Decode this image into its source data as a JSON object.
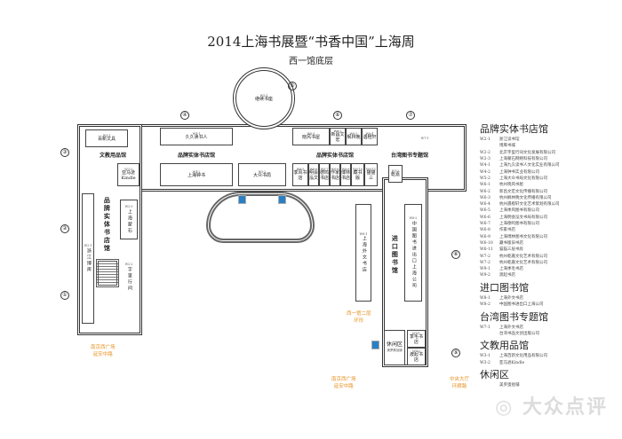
{
  "title": "2014上海书展暨“书香中国”上海周",
  "subtitle": "西一馆底层",
  "map": {
    "dome": {
      "id": "W5-1",
      "name": "继续书座"
    },
    "sections": {
      "stationery": "文教用品馆",
      "brand_top": "品牌实体书店馆",
      "taiwan": "台湾图书专题馆",
      "brand_left": "品牌实体书店馆",
      "import": "进口图书馆",
      "leisure": "休闲区"
    },
    "booths": {
      "w3_1": {
        "id": "W3-1",
        "name": "百新文具"
      },
      "w4_1": {
        "id": "W4-1",
        "name": "久久读书人"
      },
      "w6_1": {
        "id": "W6-1",
        "name": "晓风书屋"
      },
      "w6_2": {
        "id": "W6-2",
        "name": "新昌文宏"
      },
      "w6_3": {
        "id": "W6-3",
        "name": "枫林晚"
      },
      "w6_4": {
        "id": "W6-4",
        "name": "遇橙轩"
      },
      "w7_1": {
        "id": "W7-1",
        "name": ""
      },
      "w3_2": {
        "id": "W3-2",
        "name": "亚马逊 Kindle"
      },
      "w4_2": {
        "id": "W4-2",
        "name": "上海钟书"
      },
      "w5_2": {
        "id": "W5-2",
        "name": "大众书局"
      },
      "w6_5": {
        "id": "W6-5",
        "name": "季风书店"
      },
      "w6_6": {
        "id": "W6-6",
        "name": "明会泓文"
      },
      "w6_7": {
        "id": "W6-7",
        "name": "德鸣书店"
      },
      "w6_8": {
        "id": "W6-8",
        "name": "作家书店"
      },
      "w6_9": {
        "id": "W6-9",
        "name": "博林书店"
      },
      "w6_10": {
        "id": "W6-10",
        "name": "藏书版"
      },
      "w6_11": {
        "id": "W6-11",
        "name": "猫猫三"
      },
      "w7_2": {
        "id": "W7-2",
        "name": "乾嘉"
      },
      "w2_1": {
        "id": "W2-1",
        "name": "浙江博库"
      },
      "w2_3": {
        "id": "W2-3",
        "name": "上海蒙石"
      },
      "w2_2": {
        "id": "W2-2",
        "name": "字里行间"
      },
      "w8_1": {
        "id": "W8-1",
        "name": "上海外文书店"
      },
      "w8_2": {
        "id": "W8-2",
        "name": "中国图书进出口上海公司"
      },
      "w9_1": {
        "id": "W9-1",
        "name": "季毛书店"
      },
      "w9_2": {
        "id": "W9-2",
        "name": "渡起书店"
      },
      "leisure": {
        "id": "",
        "name": "美罗蛋挞铺"
      }
    },
    "numbers": [
      "①",
      "②",
      "③",
      "④",
      "⑤",
      "⑥",
      "⑦",
      "⑧",
      "⑨"
    ],
    "directions": {
      "left": "南京西广场\n延安中路",
      "bottom": "南京西广场\n延安中路",
      "upper": "西一馆二层\n环形",
      "right": "中央大厅\n环廊路"
    }
  },
  "legend": [
    {
      "heading": "品牌实体书店馆",
      "rows": [
        [
          "W2-1",
          "浙江读书馆"
        ],
        [
          "",
          "博库书城"
        ],
        [
          "W2-2",
          "北京字里行间文化发展有限公司"
        ],
        [
          "W2-3",
          "上海蒙石网络科技有限公司"
        ],
        [
          "W4-1",
          "上海九久读书人文化实业有限公司"
        ],
        [
          "W4-2",
          "上海钟书实业有限公司"
        ],
        [
          "W5-2",
          "上海大众书局文化有限公司"
        ],
        [
          "W6-1",
          "杭州晓风书屋"
        ],
        [
          "W6-2",
          "新昌文宏文化传播有限公司"
        ],
        [
          "W6-3",
          "杭州枫林晚文化传播有限公司"
        ],
        [
          "W6-4",
          "杭州遇橙轩文化艺术策划有限公司"
        ],
        [
          "W6-5",
          "上海季风图书有限公司"
        ],
        [
          "W6-6",
          "上海明会泓文书局有限公司"
        ],
        [
          "W6-7",
          "上海德鸣图书有限公司"
        ],
        [
          "W6-8",
          "作家书店"
        ],
        [
          "W6-9",
          "上海博林图书文化有限公司"
        ],
        [
          "W6-10",
          "藏书版旧书店"
        ],
        [
          "W6-11",
          "猫猫三层书房"
        ],
        [
          "W7-2",
          "杭州乾嘉文化艺术有限公司"
        ],
        [
          "W7-2",
          "杭州乾嘉文化艺术有限公司"
        ],
        [
          "W9-1",
          "上海季毛书店"
        ],
        [
          "W9-2",
          "渡起书店"
        ]
      ]
    },
    {
      "heading": "进口图书馆",
      "rows": [
        [
          "W8-1",
          "上海外文书店"
        ],
        [
          "W8-2",
          "中国图书进出口上海公司"
        ]
      ]
    },
    {
      "heading": "台湾图书专题馆",
      "rows": [
        [
          "W7-1",
          "上海外文书店"
        ],
        [
          "",
          "台湾书品文创出版公司"
        ]
      ]
    },
    {
      "heading": "文教用品馆",
      "rows": [
        [
          "W3-1",
          "上海百新文化用品有限公司"
        ],
        [
          "W3-2",
          "亚马逊Kindle"
        ]
      ]
    },
    {
      "heading": "休闲区",
      "rows": [
        [
          "",
          "美罗蛋挞铺"
        ]
      ]
    }
  ],
  "watermark": "大众点评",
  "colors": {
    "accent": "#e8901e",
    "restroom": "#2a7fc4"
  }
}
